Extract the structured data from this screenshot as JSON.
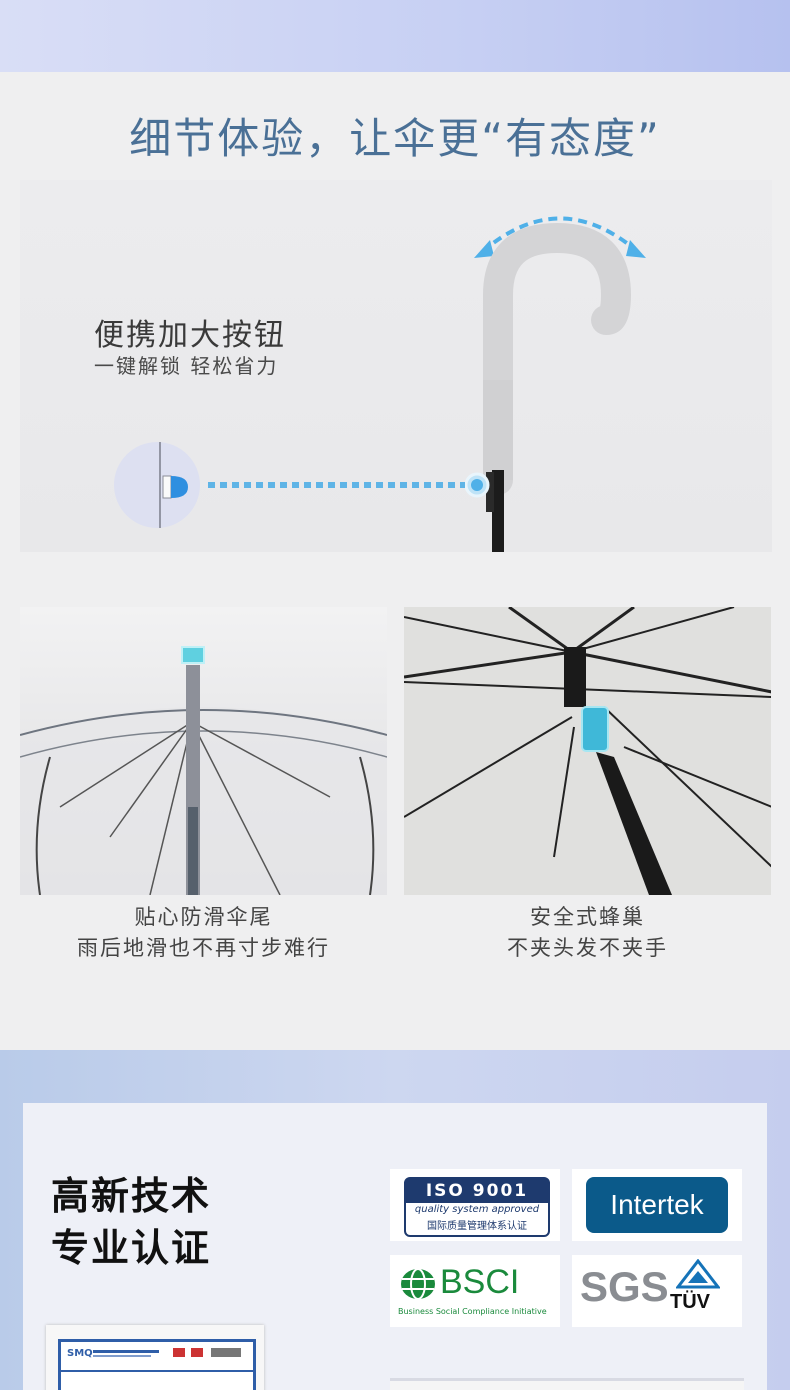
{
  "headline": "细节体验，让伞更“有态度”",
  "hero": {
    "title": "便携加大按钮",
    "subtitle": "一键解锁 轻松省力"
  },
  "features": [
    {
      "title": "贴心防滑伞尾",
      "subtitle": "雨后地滑也不再寸步难行"
    },
    {
      "title": "安全式蜂巢",
      "subtitle": "不夹头发不夹手"
    }
  ],
  "certification": {
    "title_line1": "高新技术",
    "title_line2": "专业认证",
    "logos": {
      "iso": {
        "top": "ISO 9001",
        "middle": "quality system approved",
        "bottom": "国际质量管理体系认证"
      },
      "intertek": "Intertek",
      "bsci": {
        "main": "BSCI",
        "sub": "Business Social Compliance Initiative"
      },
      "sgs": "SGS",
      "tuv": "TÜV"
    },
    "doc_header": "SMQ"
  },
  "colors": {
    "accent": "#4a7096",
    "highlight": "#3aa8e6",
    "iso_blue": "#1e3a6e",
    "intertek_blue": "#0b5a8a",
    "bsci_green": "#1a8a3c",
    "tuv_blue": "#1573b8"
  }
}
